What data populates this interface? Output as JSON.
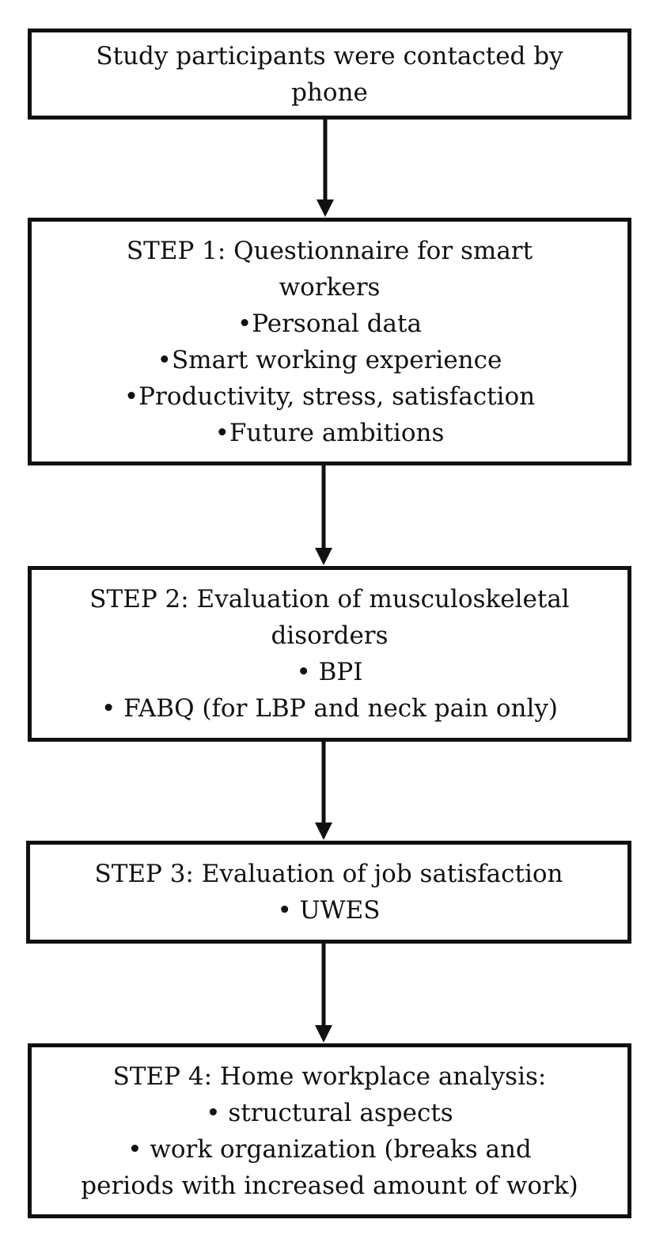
{
  "boxes": [
    {
      "id": "start",
      "lines": [
        "Study participants were contacted by",
        "phone"
      ]
    },
    {
      "id": "step1",
      "lines": [
        "STEP 1: Questionnaire for smart",
        "workers",
        "•Personal data",
        "•Smart working experience",
        "•Productivity, stress, satisfaction",
        "•Future ambitions"
      ]
    },
    {
      "id": "step2",
      "lines": [
        "STEP 2: Evaluation of musculoskeletal",
        "disorders",
        "• BPI",
        "• FABQ (for LBP and neck pain only)"
      ]
    },
    {
      "id": "step3",
      "lines": [
        "STEP 3: Evaluation of job satisfaction",
        "• UWES"
      ]
    },
    {
      "id": "step4",
      "lines": [
        "STEP 4: Home workplace analysis:",
        "• structural aspects",
        "• work organization (breaks and",
        "periods with increased amount of work)"
      ]
    }
  ],
  "colors": {
    "stroke": "#111111",
    "background": "#ffffff"
  }
}
